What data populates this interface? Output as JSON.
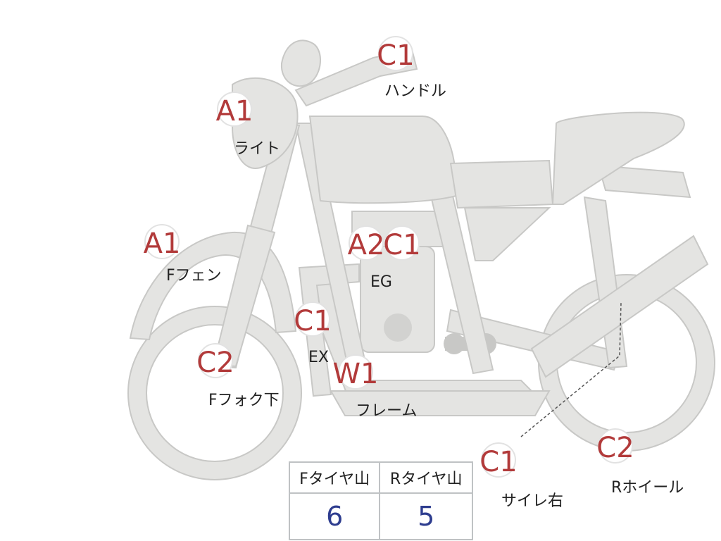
{
  "colors": {
    "body_fill": "#e4e4e2",
    "outline": "#c8c8c6",
    "grade_text": "#b23a3a",
    "label_text": "#222222",
    "tread_value": "#2e3d8f",
    "table_border": "#bfc2c4"
  },
  "inspection_points": [
    {
      "id": "handle",
      "grade": "C1",
      "label": "ハンドル"
    },
    {
      "id": "light",
      "grade": "A1",
      "label": "ライト"
    },
    {
      "id": "front-fender",
      "grade": "A1",
      "label": "Fフェン"
    },
    {
      "id": "engine",
      "grade": "A2",
      "grade2": "C1",
      "label": "EG"
    },
    {
      "id": "exhaust",
      "grade": "C1",
      "label": "EX"
    },
    {
      "id": "front-fork",
      "grade": "C2",
      "label": "Fフォク下"
    },
    {
      "id": "frame",
      "grade": "W1",
      "label": "フレーム"
    },
    {
      "id": "silencer-right",
      "grade": "C1",
      "label": "サイレ右"
    },
    {
      "id": "rear-wheel",
      "grade": "C2",
      "label": "Rホイール"
    }
  ],
  "tire_table": {
    "front_header": "Fタイヤ山",
    "rear_header": "Rタイヤ山",
    "front_value": "6",
    "rear_value": "5"
  }
}
